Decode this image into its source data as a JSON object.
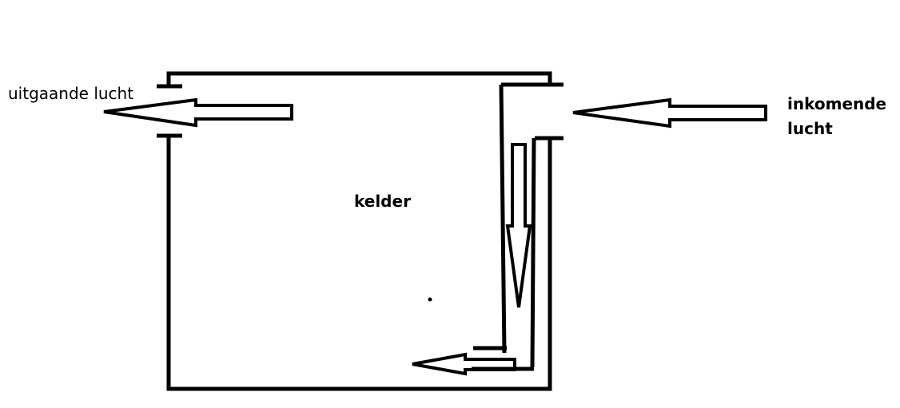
{
  "labels": {
    "outgoing_air": "uitgaande lucht",
    "incoming_air_line1": "inkomende",
    "incoming_air_line2": "lucht",
    "basement": "kelder"
  },
  "colors": {
    "stroke": "#000000",
    "background": "#ffffff"
  }
}
